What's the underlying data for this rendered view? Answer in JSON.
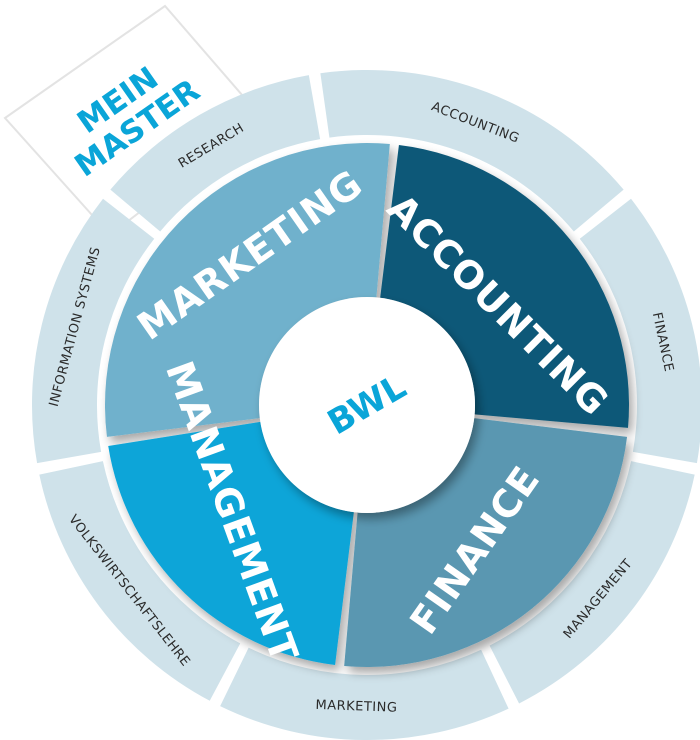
{
  "tag": {
    "line1": "MEIN",
    "line2": "MASTER"
  },
  "center": {
    "label": "BWL"
  },
  "inner_segments": [
    {
      "label": "MARKETING"
    },
    {
      "label": "ACCOUNTING"
    },
    {
      "label": "FINANCE"
    },
    {
      "label": "MANAGEMENT"
    }
  ],
  "outer_segments": [
    {
      "label": "ACCOUNTING"
    },
    {
      "label": "FINANCE"
    },
    {
      "label": "MANAGEMENT"
    },
    {
      "label": "MARKETING"
    },
    {
      "label": "VOLKSWIRTSCHAFTSLEHRE"
    },
    {
      "label": "INFORMATION SYSTEMS"
    },
    {
      "label": "RESEARCH"
    }
  ],
  "colors": {
    "marketing": "#6fb1cc",
    "accounting": "#0d5878",
    "finance": "#5a97b1",
    "management": "#0aa5d8",
    "outer_ring": "#cfe2ea",
    "center_text": "#0aa5d8",
    "tag_text": "#0aa5d8"
  }
}
